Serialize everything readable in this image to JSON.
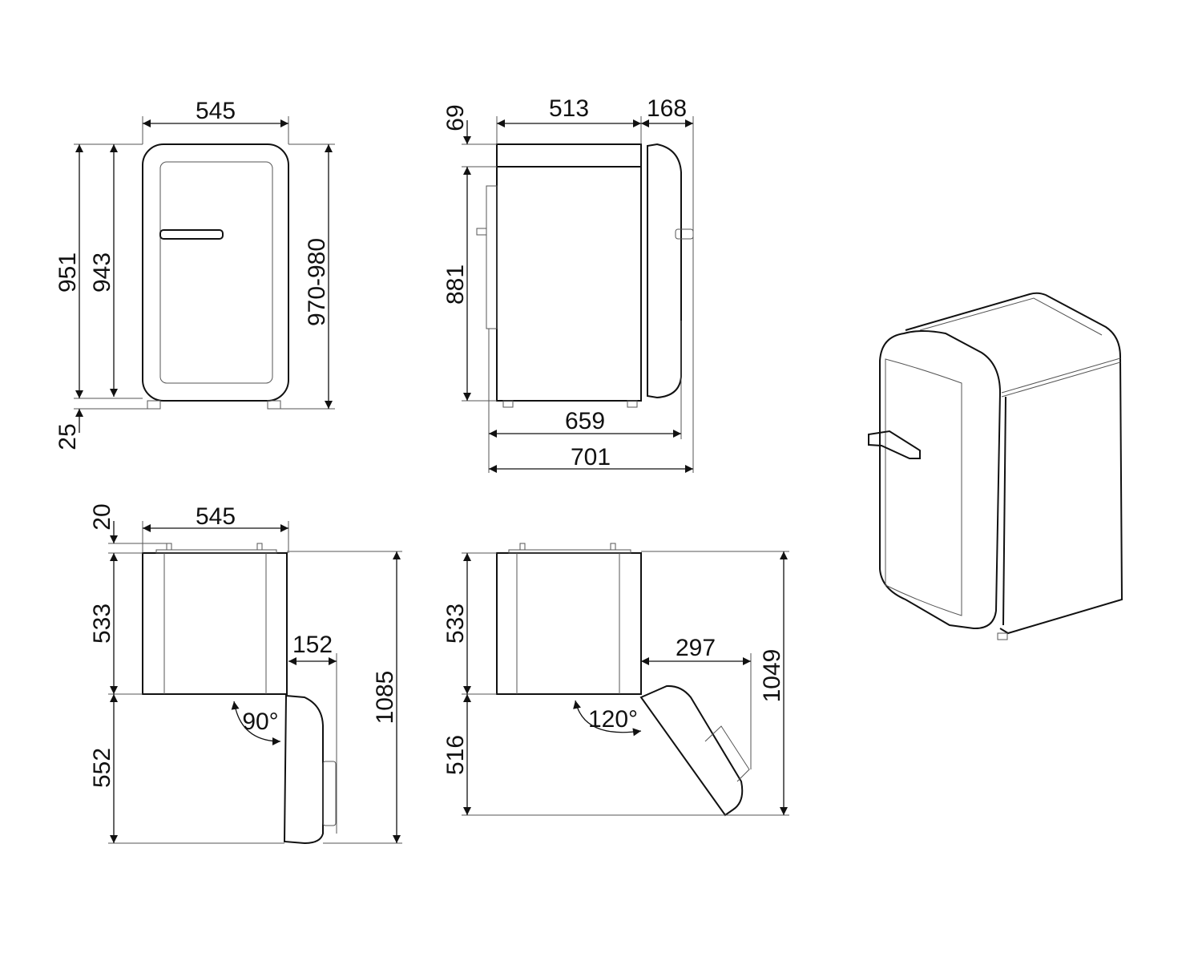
{
  "views": {
    "front": {
      "width": "545",
      "height_total": "951",
      "height_body": "943",
      "height_adjustable": "970-980",
      "feet": "25"
    },
    "side": {
      "top": "69",
      "depth_body": "513",
      "door_depth": "168",
      "height_body": "881",
      "depth_659": "659",
      "depth_701": "701"
    },
    "top_90": {
      "plate": "20",
      "width": "545",
      "depth": "533",
      "door_offset": "152",
      "angle": "90°",
      "door_length": "552",
      "total": "1085"
    },
    "top_120": {
      "depth": "533",
      "door_offset": "297",
      "angle": "120°",
      "door_length": "516",
      "total": "1049"
    }
  },
  "colors": {
    "line": "#111111"
  }
}
